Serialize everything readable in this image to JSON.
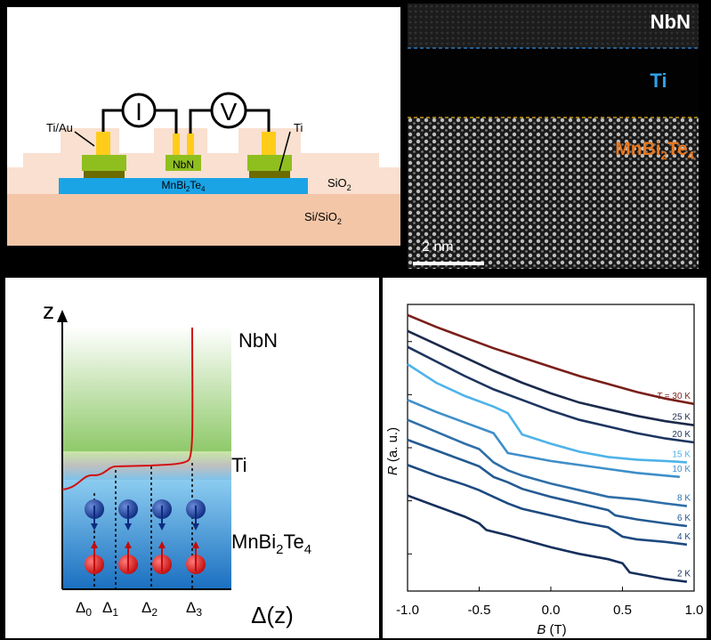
{
  "device": {
    "ti_au": "Ti/Au",
    "ti": "Ti",
    "nbn": "NbN",
    "mbt_main": "MnBi",
    "mbt_sub2": "2",
    "mbt_mid": "Te",
    "mbt_sub4": "4",
    "sio2_main": "SiO",
    "sio2_sub": "2",
    "si_main": "Si/SiO",
    "si_sub": "2",
    "current_symbol": "I",
    "voltage_symbol": "V"
  },
  "tem": {
    "nbn": "NbN",
    "ti": "Ti",
    "mbt_main": "MnBi",
    "mbt_sub2": "2",
    "mbt_mid": "Te",
    "mbt_sub4": "4",
    "scale": "2 nm"
  },
  "schematic": {
    "z_axis": "z",
    "x_axis": "Δ(z)",
    "nbn": "NbN",
    "ti": "Ti",
    "mbt_main": "MnBi",
    "mbt_sub2": "2",
    "mbt_mid": "Te",
    "mbt_sub4": "4",
    "delta": "Δ",
    "d0": "0",
    "d1": "1",
    "d2": "2",
    "d3": "3"
  },
  "chart_data": {
    "type": "line",
    "xlabel_var": "B",
    "xlabel_unit": " (T)",
    "ylabel_var": "R",
    "ylabel_unit": " (a. u.)",
    "xlim": [
      -1.0,
      1.0
    ],
    "x_ticks": [
      "-1.0",
      "-0.5",
      "0.0",
      "0.5",
      "1.0"
    ],
    "y_tick_labels": false,
    "series": [
      {
        "name": "T = 30 K",
        "name_var": "T",
        "name_val": " = 30 K",
        "color": "#7a1f1a",
        "x": [
          -1.0,
          -0.8,
          -0.6,
          -0.4,
          -0.2,
          0.0,
          0.2,
          0.4,
          0.6,
          0.8,
          1.0
        ],
        "y": [
          9.4,
          8.95,
          8.55,
          8.15,
          7.8,
          7.45,
          7.1,
          6.8,
          6.5,
          6.25,
          6.05
        ]
      },
      {
        "name": "25 K",
        "color": "#1b2a4a",
        "x": [
          -1.0,
          -0.8,
          -0.6,
          -0.4,
          -0.2,
          0.0,
          0.2,
          0.4,
          0.6,
          0.8,
          1.0
        ],
        "y": [
          8.8,
          8.3,
          7.8,
          7.3,
          6.85,
          6.45,
          6.1,
          5.85,
          5.6,
          5.4,
          5.25
        ]
      },
      {
        "name": "20 K",
        "color": "#1d3560",
        "x": [
          -1.0,
          -0.8,
          -0.6,
          -0.4,
          -0.2,
          0.0,
          0.2,
          0.4,
          0.6,
          0.8,
          1.0
        ],
        "y": [
          8.2,
          7.65,
          7.1,
          6.6,
          6.2,
          5.8,
          5.45,
          5.2,
          4.95,
          4.75,
          4.6
        ]
      },
      {
        "name": "15 K",
        "color": "#4fb3e8",
        "x": [
          -1.0,
          -0.8,
          -0.6,
          -0.4,
          -0.3,
          -0.2,
          0.0,
          0.2,
          0.4,
          0.6,
          0.8,
          0.95
        ],
        "y": [
          7.55,
          6.85,
          6.35,
          5.95,
          5.7,
          4.9,
          4.55,
          4.25,
          4.05,
          3.95,
          3.9,
          3.85
        ]
      },
      {
        "name": "10 K",
        "color": "#3e8fc8",
        "x": [
          -1.0,
          -0.8,
          -0.6,
          -0.5,
          -0.4,
          -0.3,
          0.0,
          0.2,
          0.4,
          0.6,
          0.8,
          0.9
        ],
        "y": [
          6.2,
          5.75,
          5.35,
          5.15,
          4.95,
          4.2,
          3.9,
          3.75,
          3.6,
          3.45,
          3.35,
          3.3
        ]
      },
      {
        "name": "8 K",
        "color": "#2f6fa8",
        "x": [
          -1.0,
          -0.8,
          -0.6,
          -0.5,
          -0.4,
          -0.3,
          -0.2,
          0.0,
          0.2,
          0.4,
          0.6,
          0.8,
          0.95
        ],
        "y": [
          5.45,
          5.0,
          4.55,
          4.35,
          3.85,
          3.55,
          3.35,
          3.05,
          2.8,
          2.55,
          2.45,
          2.3,
          2.2
        ]
      },
      {
        "name": "6 K",
        "color": "#245a92",
        "x": [
          -1.0,
          -0.8,
          -0.6,
          -0.5,
          -0.4,
          -0.3,
          -0.2,
          0.0,
          0.2,
          0.4,
          0.45,
          0.6,
          0.8,
          0.95
        ],
        "y": [
          4.7,
          4.3,
          3.9,
          3.7,
          3.3,
          3.1,
          2.85,
          2.55,
          2.3,
          2.05,
          1.85,
          1.7,
          1.55,
          1.45
        ]
      },
      {
        "name": "4 K",
        "color": "#1d4a80",
        "x": [
          -1.0,
          -0.8,
          -0.6,
          -0.5,
          -0.4,
          -0.3,
          -0.2,
          0.0,
          0.2,
          0.4,
          0.5,
          0.6,
          0.8,
          0.95
        ],
        "y": [
          3.75,
          3.35,
          3.0,
          2.8,
          2.55,
          2.3,
          2.1,
          1.85,
          1.6,
          1.4,
          1.05,
          0.95,
          0.85,
          0.75
        ]
      },
      {
        "name": "2 K",
        "color": "#162f5c",
        "x": [
          -1.0,
          -0.8,
          -0.6,
          -0.5,
          -0.45,
          -0.3,
          -0.2,
          0.0,
          0.2,
          0.4,
          0.5,
          0.55,
          0.7,
          0.8,
          0.95
        ],
        "y": [
          2.6,
          2.2,
          1.8,
          1.55,
          1.3,
          1.1,
          0.95,
          0.65,
          0.4,
          0.2,
          0.05,
          -0.3,
          -0.45,
          -0.55,
          -0.65
        ]
      }
    ]
  }
}
